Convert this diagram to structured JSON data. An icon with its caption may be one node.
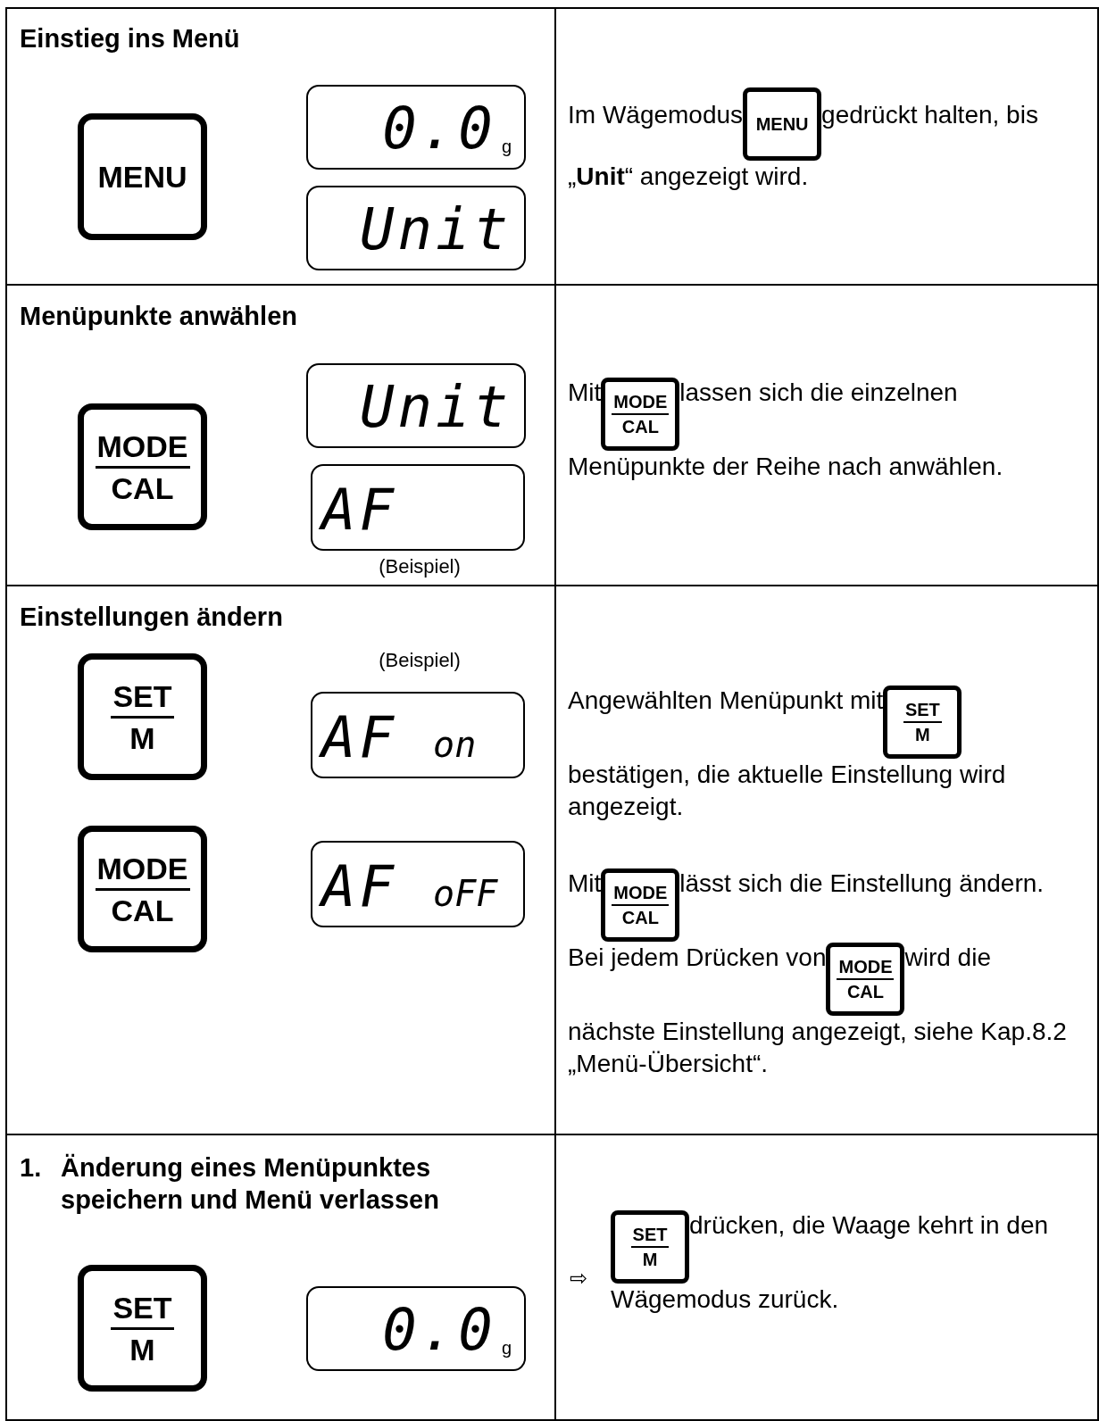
{
  "diagram": {
    "labels": [
      "Einstieg ins Menü",
      "MENU",
      "0.0",
      "g",
      "Unit",
      "Im Wägemodus",
      "MENU",
      "gedrückt halten, bis „**Unit**“ angezeigt wird.",
      "Menüpunkte anwählen",
      "MODE",
      "CAL",
      "Unit",
      "AF",
      "(Beispiel)",
      "Mit",
      "MODE",
      "CAL",
      "lassen sich die einzelnen Menüpunkte der Reihe nach anwählen.",
      "Einstellungen ändern",
      "(Beispiel)",
      "SET",
      "M",
      "AF",
      "on",
      "MODE",
      "CAL",
      "AF",
      "oFF",
      "Angewählten Menüpunkt mit",
      "SET",
      "M",
      "bestätigen, die aktuelle Einstellung wird angezeigt.",
      "Mit",
      "MODE",
      "CAL",
      "lässt sich die Einstellung ändern. Bei jedem Drücken von",
      "MODE",
      "CAL",
      "wird die nächste Einstellung angezeigt, siehe Kap.8.2 „Menü-Übersicht“.",
      "1.",
      "Änderung eines Menüpunktes speichern und Menü verlassen",
      "SET",
      "M",
      "0.0",
      "g",
      "⇨",
      "SET",
      "M",
      "drücken, die Waage kehrt in den Wägemodus zurück."
    ]
  }
}
